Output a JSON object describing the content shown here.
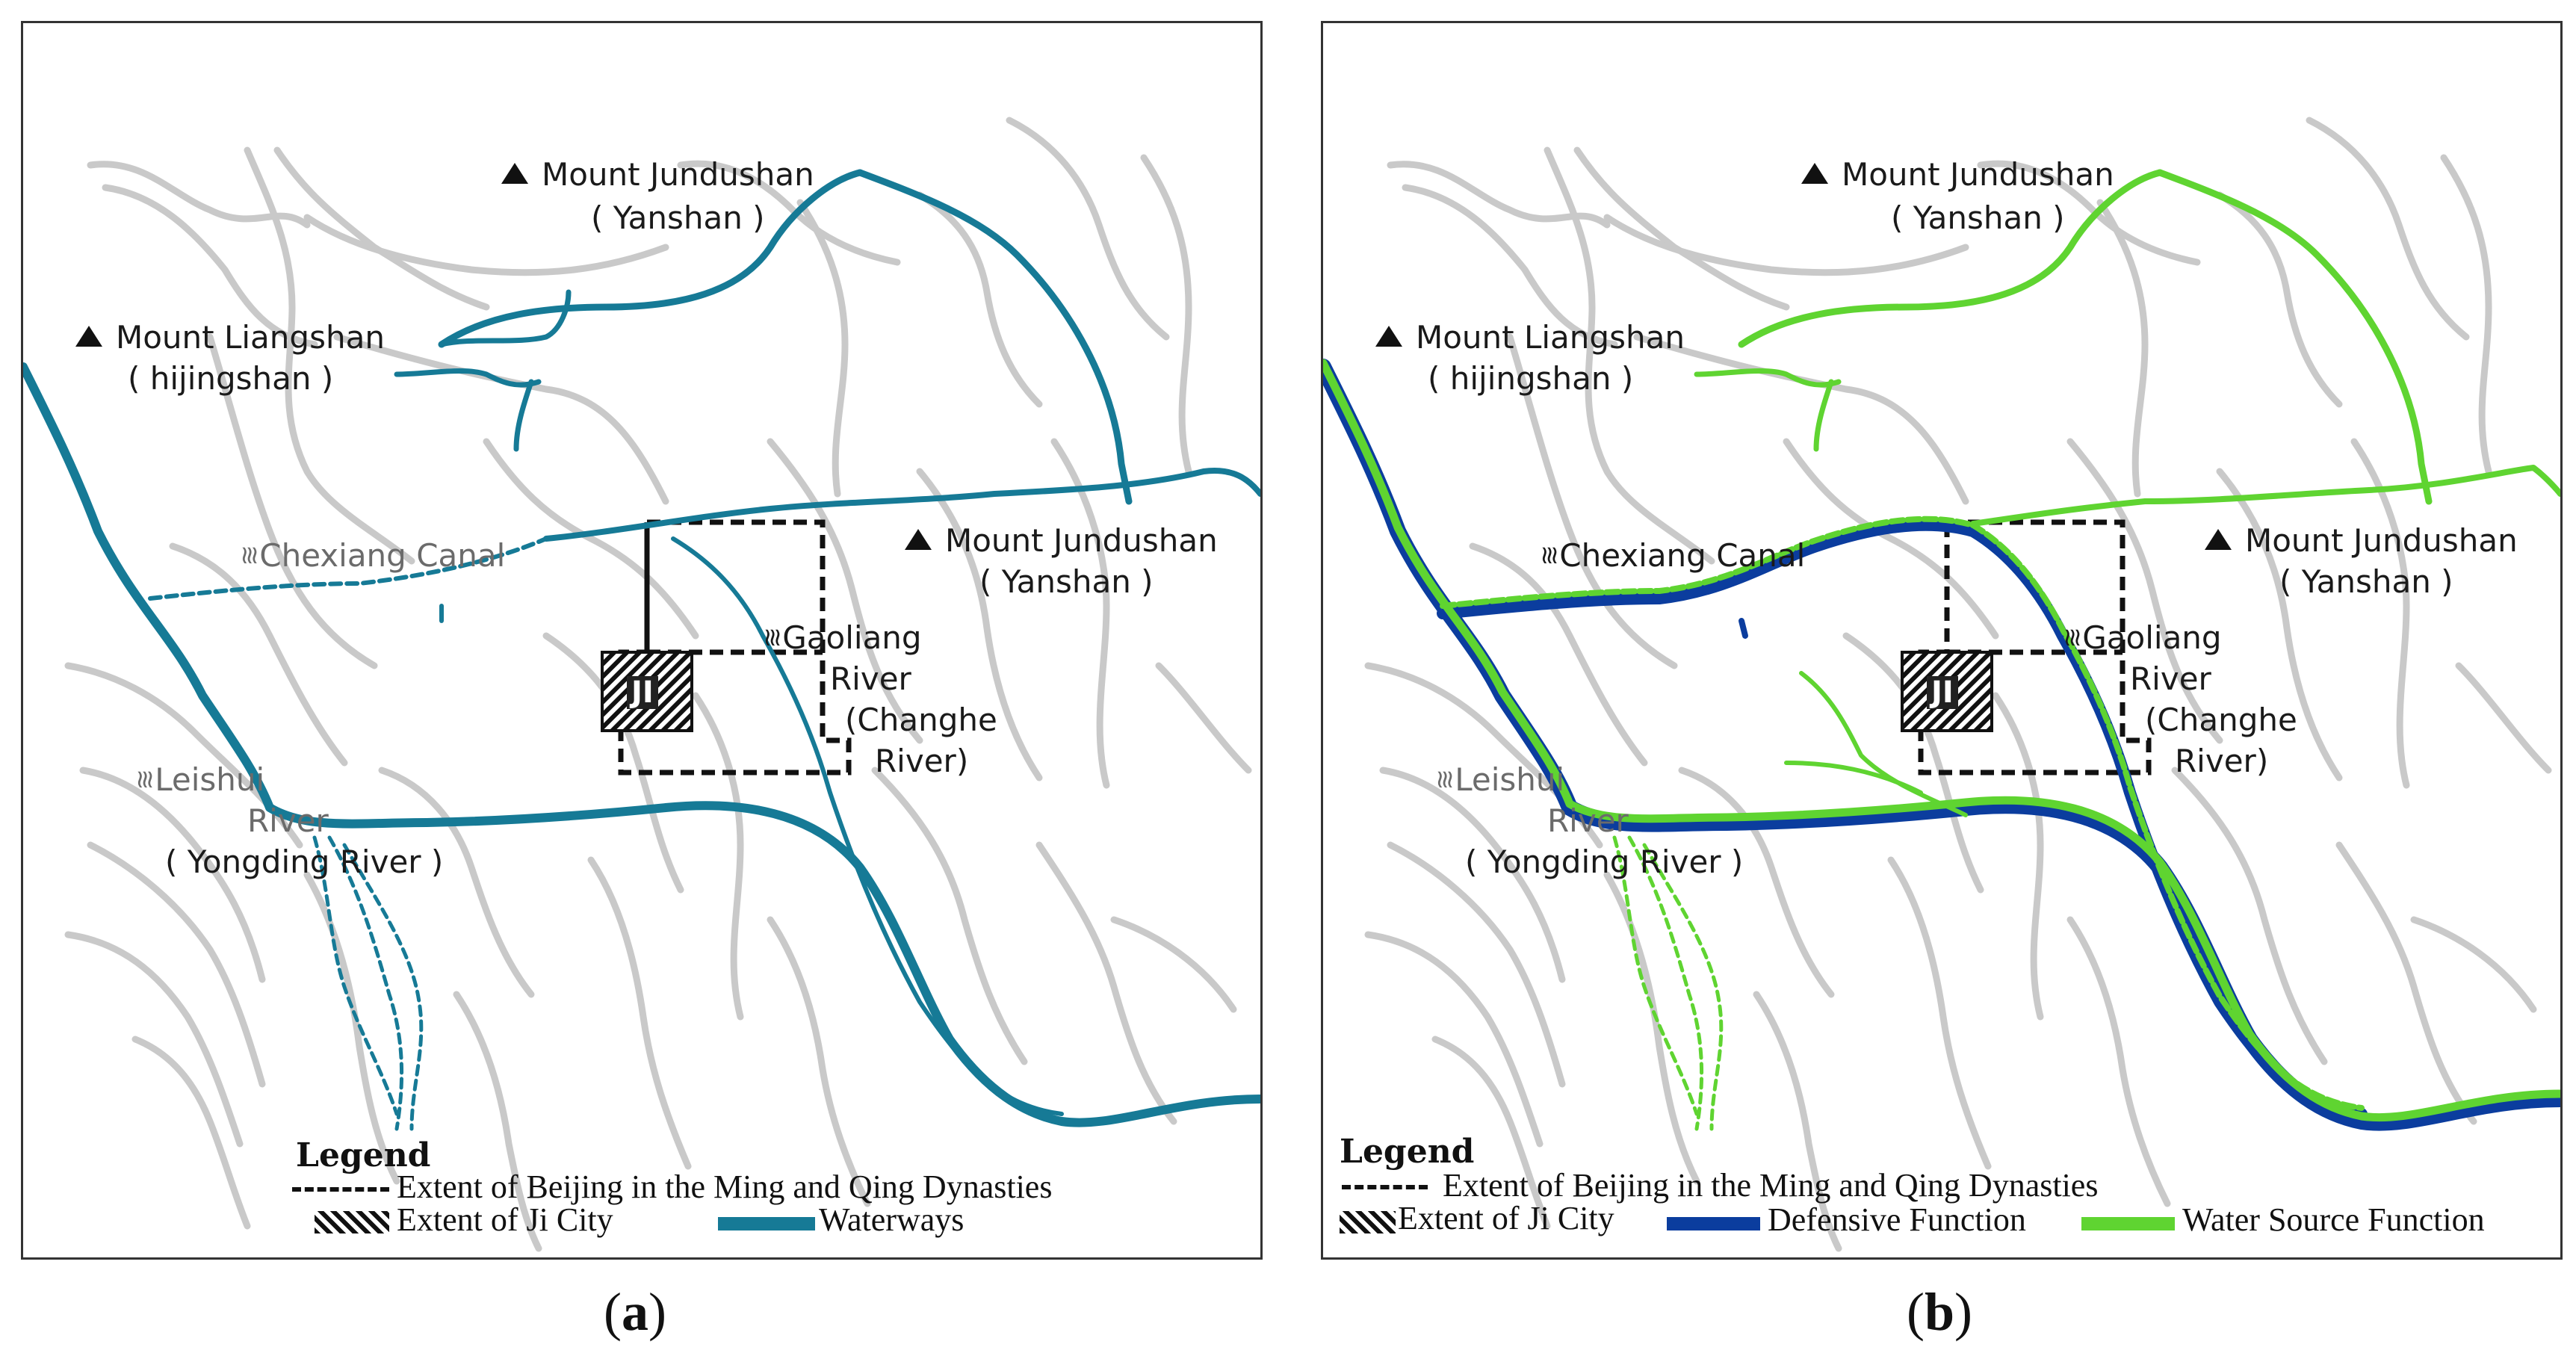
{
  "colors": {
    "base_lines": "#c9c9c9",
    "waterways": "#167a96",
    "defensive": "#0b3d9e",
    "water_source": "#5fd431",
    "city_dash": "#111111"
  },
  "panel_a": {
    "caption_letter": "a",
    "labels": {
      "mount_jundushan_top": "Mount Jundushan",
      "yanshan_top": "( Yanshan )",
      "mount_liangshan": "Mount Liangshan",
      "hijingshan": "( hijingshan )",
      "chexiang_canal": "Chexiang Canal",
      "mount_jundushan_right": "Mount Jundushan",
      "yanshan_right": "( Yanshan )",
      "gaoliang": "Gaoliang",
      "river": "River",
      "changhe": "(Changhe",
      "river2": "River)",
      "leishui": "Leishui",
      "leishui_river": "River",
      "yongding": "( Yongding River )",
      "ji": "JI"
    },
    "legend": {
      "title": "Legend",
      "beijing_extent": "Extent of Beijing in the Ming and Qing Dynasties",
      "ji_extent": "Extent of Ji City",
      "waterways": "Waterways"
    }
  },
  "panel_b": {
    "caption_letter": "b",
    "labels": {
      "mount_jundushan_top": "Mount Jundushan",
      "yanshan_top": "( Yanshan )",
      "mount_liangshan": "Mount Liangshan",
      "hijingshan": "( hijingshan )",
      "chexiang_canal": "Chexiang Canal",
      "mount_jundushan_right": "Mount Jundushan",
      "yanshan_right": "( Yanshan )",
      "gaoliang": "Gaoliang",
      "river": "River",
      "changhe": "(Changhe",
      "river2": "River)",
      "leishui": "Leishui",
      "leishui_river": "River",
      "yongding": "( Yongding River )",
      "ji": "JI"
    },
    "legend": {
      "title": "Legend",
      "beijing_extent": "Extent of Beijing in the Ming and Qing Dynasties",
      "ji_extent": "Extent of Ji City",
      "defensive": "Defensive Function",
      "water_source": "Water Source Function"
    }
  }
}
